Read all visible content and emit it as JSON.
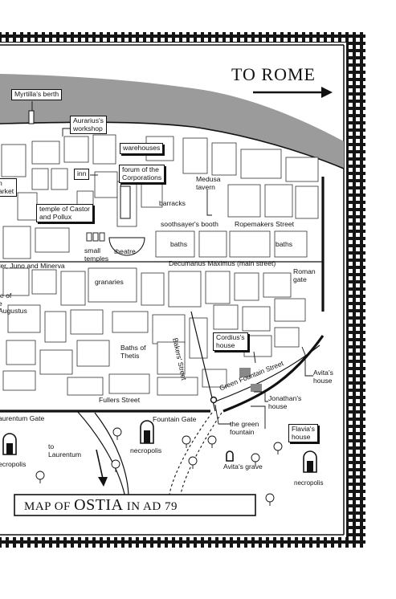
{
  "map": {
    "destination": "TO ROME",
    "title_prefix": "MAP OF",
    "title_city": "OSTIA",
    "title_suffix": "IN AD 79",
    "labels": {
      "myrtilla": "Myrtilla's berth",
      "aurarius": "Aurarius's\nworkshop",
      "warehouses": "warehouses",
      "inn": "inn",
      "forum_corporations": "forum of the\nCorporations",
      "medusa": "Medusa\ntavern",
      "market": "n\narket",
      "castor": "temple of Castor\nand Pollux",
      "barracks": "barracks",
      "soothsayer": "soothsayer's booth",
      "ropemakers": "Ropemakers Street",
      "baths_a": "baths",
      "baths_b": "baths",
      "small_temples": "small\ntemples",
      "theatre": "theatre",
      "jupiter": "ter, Juno and Minerva",
      "decumanus": "Decumanus Maximus (main street)",
      "roman_gate": "Roman\ngate",
      "augustus": "le of\ne\nAugustus",
      "granaries": "granaries",
      "bakers": "Bakers' Street",
      "cordius": "Cordius's\nhouse",
      "thetis": "Baths of\nThetis",
      "green_fountain_st": "Green Fountain Street",
      "avita_house": "Avita's\nhouse",
      "fullers": "Fullers Street",
      "jonathan": "Jonathan's\nhouse",
      "laurentum_gate": "aurentum Gate",
      "fountain_gate": "Fountain Gate",
      "green_fountain": "the green\nfountain",
      "flavia": "Flavia's\nhouse",
      "to_laurentum": "to\nLaurentum",
      "necropolis_left": "ecropolis",
      "necropolis_mid": "necropolis",
      "avita_grave": "Avita's grave",
      "necropolis_right": "necropolis"
    }
  }
}
